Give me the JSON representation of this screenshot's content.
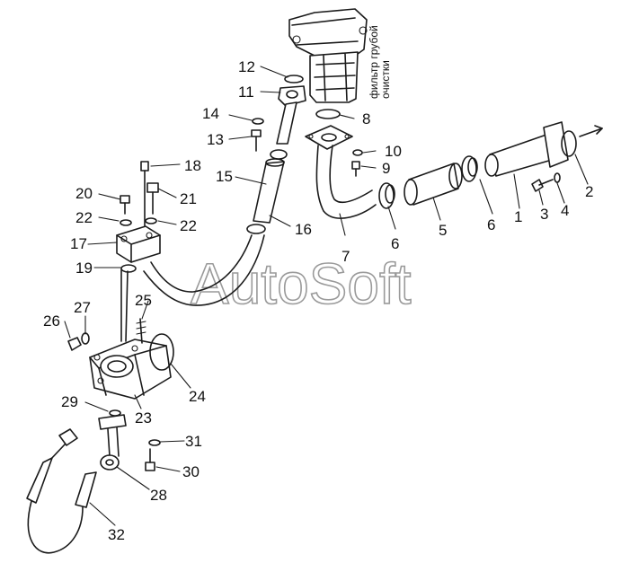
{
  "watermark": "AutoSoft",
  "filter_label_line1": "фильтр грубой",
  "filter_label_line2": "очистки",
  "callouts": [
    "1",
    "2",
    "3",
    "4",
    "5",
    "6",
    "6",
    "7",
    "8",
    "9",
    "10",
    "11",
    "12",
    "13",
    "14",
    "15",
    "16",
    "17",
    "18",
    "19",
    "20",
    "21",
    "22",
    "22",
    "23",
    "24",
    "25",
    "26",
    "27",
    "28",
    "29",
    "30",
    "31",
    "32"
  ]
}
